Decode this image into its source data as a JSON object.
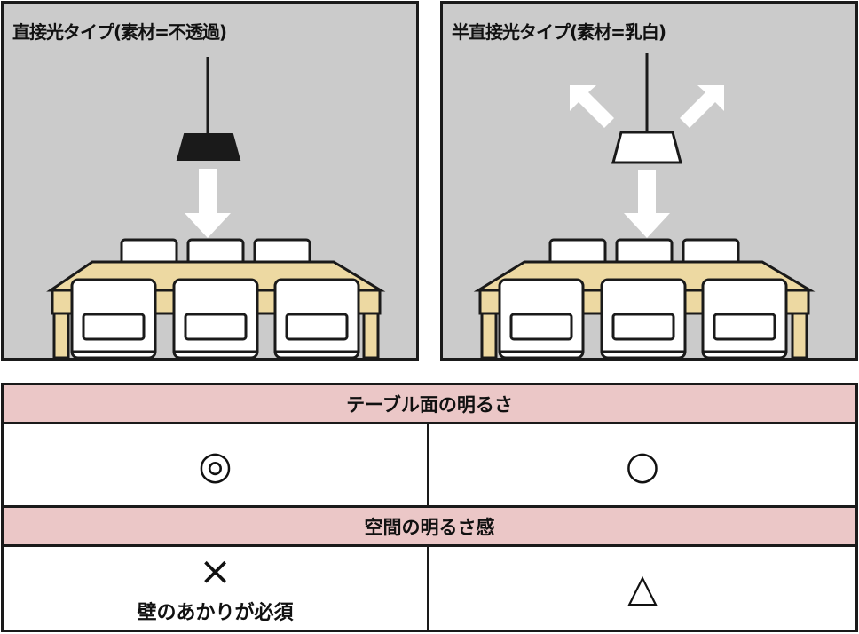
{
  "panels": {
    "left": {
      "title": "直接光タイプ(素材=不透過)"
    },
    "right": {
      "title": "半直接光タイプ(素材=乳白)"
    }
  },
  "comparison": {
    "table_brightness": {
      "heading": "テーブル面の明るさ",
      "left_symbol": "◎",
      "right_symbol": "○"
    },
    "space_brightness": {
      "heading": "空間の明るさ感",
      "left_symbol": "×",
      "left_note": "壁のあかりが必須",
      "right_symbol": "△"
    }
  },
  "colors": {
    "wall": "#cbcbcb",
    "table_wood": "#edd9a2",
    "shade_opaque": "#1a1a1a",
    "shade_milky": "#ffffff",
    "header_band": "#ebc7c7"
  }
}
